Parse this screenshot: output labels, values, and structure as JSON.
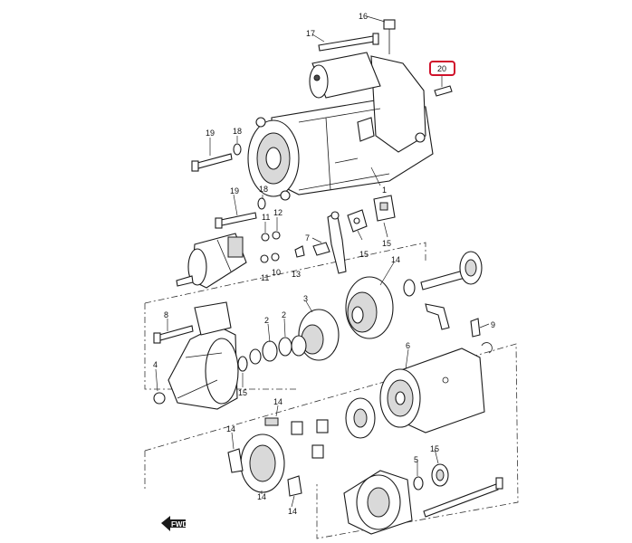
{
  "diagram": {
    "highlight_color": "#d0112b",
    "front_arrow_label": "FWD",
    "callouts": {
      "c1": "1",
      "c2a": "2",
      "c2b": "2",
      "c3": "3",
      "c4": "4",
      "c5": "5",
      "c6": "6",
      "c7": "7",
      "c8": "8",
      "c9": "9",
      "c10": "10",
      "c11a": "11",
      "c11b": "11",
      "c12": "12",
      "c13": "13",
      "c14a": "14",
      "c14b": "14",
      "c14c": "14",
      "c14d": "14",
      "c14e": "14",
      "c15a": "15",
      "c15b": "15",
      "c15c": "15",
      "c15d": "15",
      "c16": "16",
      "c17": "17",
      "c18a": "18",
      "c18b": "18",
      "c19a": "19",
      "c19b": "19",
      "c20": "20"
    }
  }
}
